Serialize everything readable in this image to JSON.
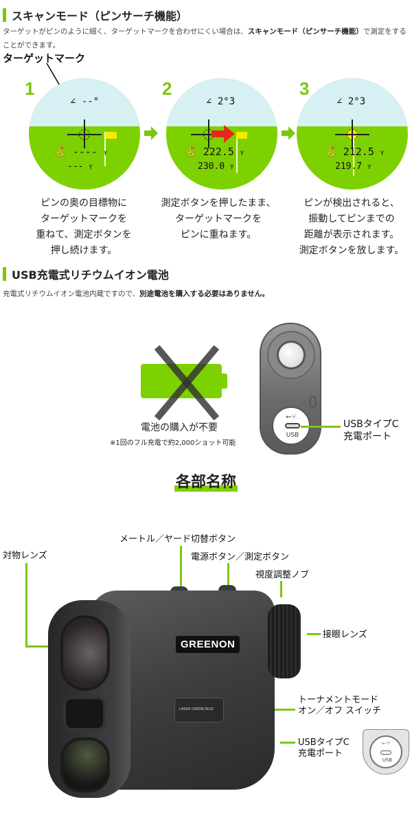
{
  "scan_section": {
    "title": "スキャンモード（ピンサーチ機能）",
    "desc_plain_1": "ターゲットがピンのように細く、ターゲットマークを合わせにくい場合は、",
    "desc_bold": "スキャンモード（ピンサーチ機能）",
    "desc_plain_2": "で測定をすることができます。",
    "target_mark_label": "ターゲットマーク",
    "steps": [
      {
        "number": "1",
        "angle": "∠ --°",
        "distance_main": "----",
        "distance_sub": "---",
        "unit": "Y",
        "caption": [
          "ピンの奥の目標物に",
          "ターゲットマークを",
          "重ねて、測定ボタンを",
          "押し続けます。"
        ]
      },
      {
        "number": "2",
        "angle": "∠ 2°3",
        "distance_main": "222.5",
        "distance_sub": "230.0",
        "unit": "Y",
        "caption": [
          "測定ボタンを押したまま、",
          "ターゲットマークを",
          "ピンに重ねます。"
        ]
      },
      {
        "number": "3",
        "angle": "∠ 2°3",
        "distance_main": "212.5",
        "distance_sub": "219.7",
        "unit": "Y",
        "caption": [
          "ピンが検出されると、",
          "振動してピンまでの",
          "距離が表示されます。",
          "測定ボタンを放します。"
        ]
      }
    ]
  },
  "battery_section": {
    "title": "USB充電式リチウムイオン電池",
    "desc_plain": "充電式リチウムイオン電池内蔵ですので、",
    "desc_bold": "別途電池を購入する必要はありません。",
    "no_battery_label": "電池の購入が不要",
    "no_battery_note": "※1回のフル充電で約2,000ショット可能",
    "usb_port_text": "USB",
    "usb_label_line1": "USBタイプC",
    "usb_label_line2": "充電ポート"
  },
  "parts_section": {
    "title": "各部名称",
    "brand_logo": "GREENON",
    "switch_text": "LASER CADDIE BL02",
    "labels": {
      "objective_lens": "対物レンズ",
      "unit_switch_button": "メートル／ヤード切替ボタン",
      "power_measure_button": "電源ボタン／測定ボタン",
      "diopter_knob": "視度調整ノブ",
      "eyepiece": "接眼レンズ",
      "tournament_line1": "トーナメントモード",
      "tournament_line2": "オン／オフ スイッチ",
      "usb_line1": "USBタイプC",
      "usb_line2": "充電ポート"
    },
    "usb_mini_text": "USB"
  },
  "colors": {
    "accent_green": "#7ac70c",
    "scope_green": "#7ed100",
    "scope_sky": "#d6f0f4",
    "flag_yellow": "#f5ea00",
    "arrow_red": "#e8281e"
  }
}
